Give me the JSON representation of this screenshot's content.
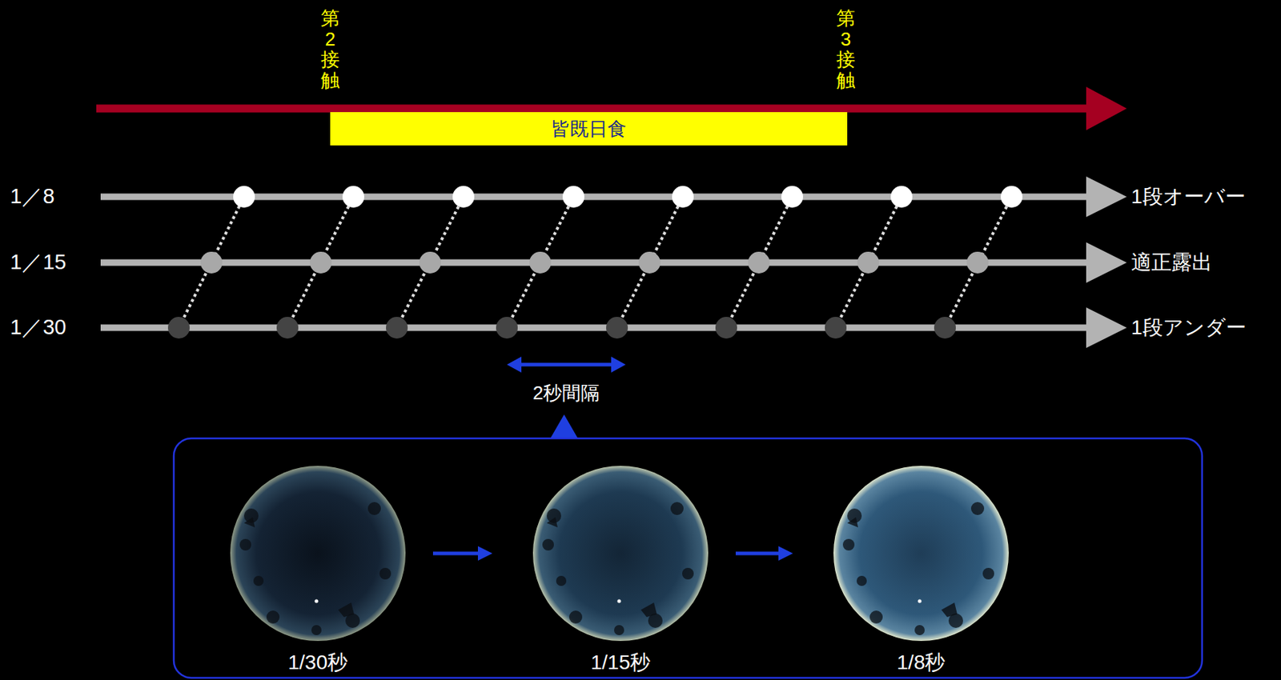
{
  "diagram": {
    "nodes": [
      {
        "text": [
          "皆既日食"
        ]
      },
      {
        "text": [
          "1/30秒"
        ]
      },
      {
        "text": [
          "1/15秒"
        ]
      },
      {
        "text": [
          "1/8秒"
        ]
      }
    ],
    "edges": [
      {
        "from": 1,
        "to": 2,
        "arrow": "to"
      },
      {
        "from": 2,
        "to": 3,
        "arrow": "to"
      }
    ],
    "labels": [
      "第2接触",
      "第3接触",
      "1／8",
      "1／15",
      "1／30",
      "1段オーバー",
      "適正露出",
      "1段アンダー",
      "2秒間隔"
    ]
  }
}
